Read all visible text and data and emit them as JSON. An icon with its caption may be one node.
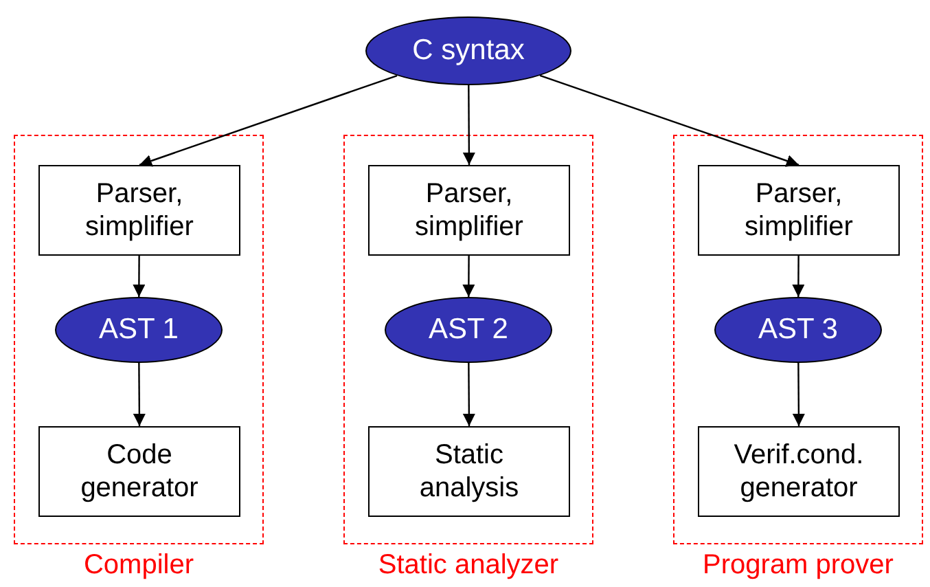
{
  "diagram": {
    "nodes": [
      {
        "text": [
          "C syntax"
        ]
      },
      {
        "text": [
          "Compiler"
        ]
      },
      {
        "text": [
          "Parser, simplifier"
        ],
        "in": 1
      },
      {
        "text": [
          "AST 1"
        ],
        "in": 1
      },
      {
        "text": [
          "Code generator"
        ],
        "in": 1
      },
      {
        "text": [
          "Static analyzer"
        ]
      },
      {
        "text": [
          "Parser, simplifier"
        ],
        "in": 5
      },
      {
        "text": [
          "AST 2"
        ],
        "in": 5
      },
      {
        "text": [
          "Static analysis"
        ],
        "in": 5
      },
      {
        "text": [
          "Program prover"
        ]
      },
      {
        "text": [
          "Parser, simplifier"
        ],
        "in": 9
      },
      {
        "text": [
          "AST 3"
        ],
        "in": 9
      },
      {
        "text": [
          "Verif.cond. generator"
        ],
        "in": 9
      }
    ],
    "edges": [
      {
        "from": 0,
        "to": 2,
        "arrow": "to"
      },
      {
        "from": 0,
        "to": 6,
        "arrow": "to"
      },
      {
        "from": 0,
        "to": 10,
        "arrow": "to"
      },
      {
        "from": 2,
        "to": 3,
        "arrow": "to"
      },
      {
        "from": 3,
        "to": 4,
        "arrow": "to"
      },
      {
        "from": 6,
        "to": 7,
        "arrow": "to"
      },
      {
        "from": 7,
        "to": 8,
        "arrow": "to"
      },
      {
        "from": 10,
        "to": 11,
        "arrow": "to"
      },
      {
        "from": 11,
        "to": 12,
        "arrow": "to"
      }
    ]
  }
}
